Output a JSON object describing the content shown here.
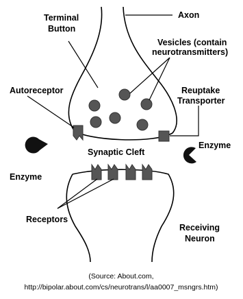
{
  "labels": {
    "terminal_button_1": "Terminal",
    "terminal_button_2": "Button",
    "axon": "Axon",
    "vesicles_1": "Vesicles (contain",
    "vesicles_2": "neurotransmitters)",
    "autoreceptor": "Autoreceptor",
    "reuptake_1": "Reuptake",
    "reuptake_2": "Transporter",
    "enzyme_left": "Enzyme",
    "enzyme_right": "Enzyme",
    "synaptic_cleft": "Synaptic Cleft",
    "receptors": "Receptors",
    "receiving_1": "Receiving",
    "receiving_2": "Neuron"
  },
  "source": {
    "line1": "(Source: About.com,",
    "line2": "http://bipolar.about.com/cs/neurotrans/l/aa0007_msngrs.htm)"
  },
  "colors": {
    "ink": "#000000",
    "vesicle": "#555555",
    "background": "#ffffff"
  },
  "icons": {
    "enzyme": "pac-shape-icon",
    "vesicle": "circle-icon",
    "receptor": "notched-block-icon"
  }
}
